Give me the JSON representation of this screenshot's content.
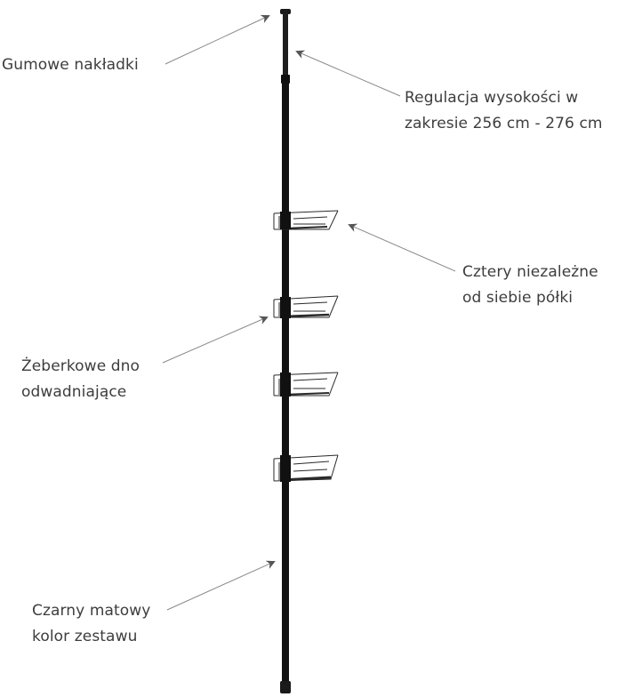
{
  "annotations": {
    "rubber_caps": {
      "text": "Gumowe nakładki"
    },
    "height_adjustment": {
      "line1": "Regulacja wysokości w",
      "line2": "zakresie 256 cm - 276 cm"
    },
    "shelves": {
      "line1": "Cztery niezależne",
      "line2": "od siebie półki"
    },
    "drain_bottom": {
      "line1": "Żeberkowe dno",
      "line2": "odwadniające"
    },
    "finish": {
      "line1": "Czarny matowy",
      "line2": "kolor zestawu"
    }
  },
  "colors": {
    "pole": "#111111",
    "arrow": "#555555",
    "leader_line": "#8a8a8a",
    "text": "#3d3d3d",
    "wire": "#2a2a2a"
  }
}
